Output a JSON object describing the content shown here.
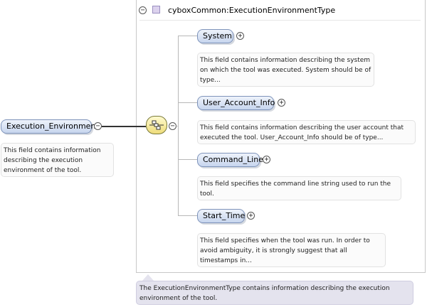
{
  "complex_type": {
    "name": "cyboxCommon:ExecutionEnvironmentType",
    "documentation": "The ExecutionEnvironmentType contains information describing the execution environment of the tool."
  },
  "root_element": {
    "name": "Execution_Environment",
    "documentation": "This field contains information describing the execution environment of the tool."
  },
  "children": [
    {
      "name": "System",
      "documentation": "This field contains information describing the system on which the tool was executed. System should be of type..."
    },
    {
      "name": "User_Account_Info",
      "documentation": "This field contains information describing the user account that executed the tool. User_Account_Info should be of type..."
    },
    {
      "name": "Command_Line",
      "documentation": "This field specifies the command line string used to run the tool."
    },
    {
      "name": "Start_Time",
      "documentation": "This field specifies when the tool was run. In order to avoid ambiguity, it is strongly suggest that all timestamps in..."
    }
  ],
  "icons": {
    "collapse": "minus-circle-icon",
    "expand": "plus-circle-icon",
    "sequence": "sequence-compositor-icon",
    "type": "complex-type-icon"
  },
  "colors": {
    "element_fill": "#c7d5ee",
    "element_border": "#7e93ba",
    "sequence_fill": "#eedc7a",
    "type_doc_fill": "#e4e3ee"
  }
}
